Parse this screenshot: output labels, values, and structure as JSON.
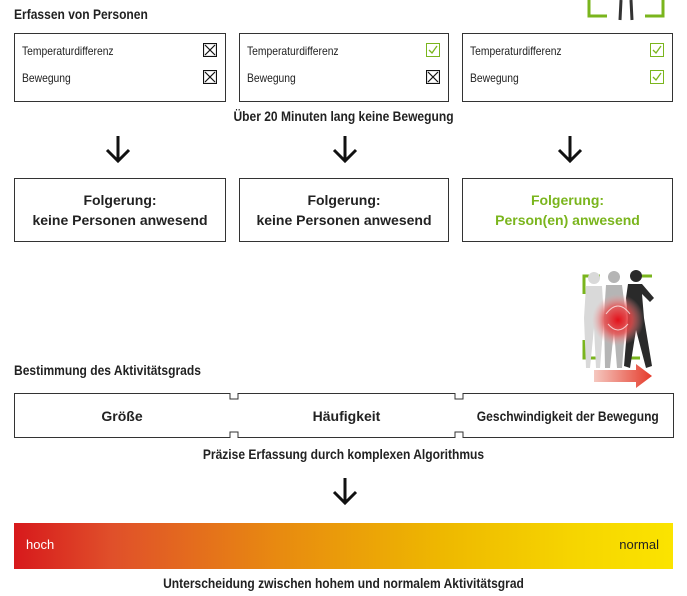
{
  "section1": {
    "title": "Erfassen von Personen",
    "cases": [
      {
        "temp_label": "Temperaturdifferenz",
        "temp_state": "no",
        "move_label": "Bewegung",
        "move_state": "no",
        "conclusion_line1": "Folgerung:",
        "conclusion_line2": "keine Personen anwesend",
        "positive": false
      },
      {
        "temp_label": "Temperaturdifferenz",
        "temp_state": "yes",
        "move_label": "Bewegung",
        "move_state": "no",
        "conclusion_line1": "Folgerung:",
        "conclusion_line2": "keine Personen anwesend",
        "positive": false
      },
      {
        "temp_label": "Temperaturdifferenz",
        "temp_state": "yes",
        "move_label": "Bewegung",
        "move_state": "yes",
        "conclusion_line1": "Folgerung:",
        "conclusion_line2": "Person(en) anwesend",
        "positive": true
      }
    ],
    "condition": "Über 20 Minuten lang keine Bewegung"
  },
  "section2": {
    "title": "Bestimmung des Aktivitätsgrads",
    "criteria": [
      "Größe",
      "Häufigkeit",
      "Geschwindigkeit der Bewegung"
    ],
    "algorithm": "Präzise Erfassung durch komplexen Algorithmus",
    "scale_high": "hoch",
    "scale_normal": "normal",
    "footer": "Unterscheidung zwischen hohem und normalem Aktivitätsgrad"
  },
  "colors": {
    "accent_green": "#7ab51d",
    "gradient_start": "#d7191c",
    "gradient_end": "#fbe400"
  }
}
